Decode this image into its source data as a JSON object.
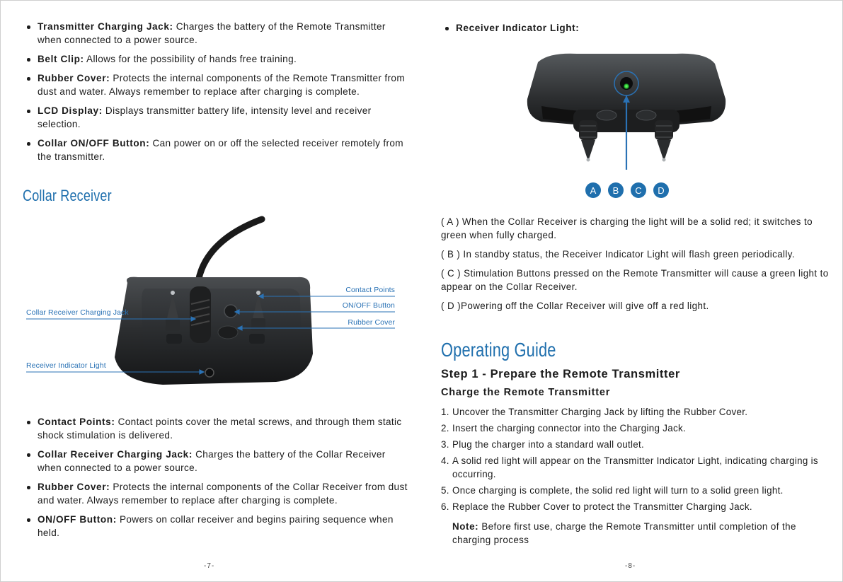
{
  "left_page": {
    "top_bullets": [
      {
        "term": "Transmitter Charging Jack:",
        "text": " Charges the battery of the Remote Transmitter when connected to a power source."
      },
      {
        "term": "Belt Clip:",
        "text": " Allows for the possibility of hands free training."
      },
      {
        "term": "Rubber Cover:",
        "text": " Protects the internal components of the Remote Transmitter from dust and water. Always remember to replace after charging is complete."
      },
      {
        "term": "LCD Display:",
        "text": " Displays transmitter battery life, intensity level and receiver selection."
      },
      {
        "term": "Collar ON/OFF Button:",
        "text": " Can power on or off the selected receiver remotely from the transmitter."
      }
    ],
    "section_title": "Collar Receiver",
    "callouts": {
      "contact_points": "Contact Points",
      "onoff_button": "ON/OFF Button",
      "rubber_cover": "Rubber Cover",
      "charging_jack": "Collar Receiver Charging Jack",
      "indicator_light": "Receiver Indicator Light"
    },
    "bottom_bullets": [
      {
        "term": "Contact Points:",
        "text": " Contact points cover the metal screws, and through them static shock stimulation is delivered."
      },
      {
        "term": "Collar Receiver Charging Jack:",
        "text": " Charges the battery of the Collar Receiver when connected to a power source."
      },
      {
        "term": "Rubber Cover:",
        "text": " Protects the internal components of the Collar Receiver from dust and water. Always remember to replace after charging is complete."
      },
      {
        "term": "ON/OFF Button:",
        "text": " Powers on collar receiver and begins pairing sequence when held."
      }
    ],
    "page_number": "-7-"
  },
  "right_page": {
    "indicator_heading": "Receiver Indicator Light:",
    "markers": [
      "A",
      "B",
      "C",
      "D"
    ],
    "descriptions": [
      "( A ) When the Collar Receiver is charging the light will be a solid red; it switches to green when fully charged.",
      "( B ) In standby status, the Receiver Indicator Light will flash green periodically.",
      "( C ) Stimulation Buttons pressed on the Remote Transmitter will cause a green light to appear on the Collar Receiver.",
      "( D )Powering off the Collar Receiver will give off a red light."
    ],
    "section_title": "Operating Guide",
    "step_title": "Step 1 - Prepare the Remote Transmitter",
    "sub_title": "Charge the Remote Transmitter",
    "steps": [
      {
        "num": "1.",
        "text": "Uncover the Transmitter Charging Jack by lifting the Rubber Cover."
      },
      {
        "num": "2.",
        "text": "Insert the charging connector into the Charging Jack."
      },
      {
        "num": "3.",
        "text": "Plug the charger into a standard wall outlet."
      },
      {
        "num": "4.",
        "text": "A solid red light will appear on the Transmitter Indicator Light, indicating charging is occurring."
      },
      {
        "num": "5.",
        "text": "Once charging is complete, the solid red light will turn to a solid green light."
      },
      {
        "num": "6.",
        "text": "Replace the Rubber Cover to protect the Transmitter Charging Jack."
      }
    ],
    "note_label": "Note:",
    "note_text": " Before first use, charge the Remote Transmitter until completion of the charging process",
    "page_number": "-8-"
  },
  "colors": {
    "accent_blue": "#1f6fad",
    "callout_blue": "#2a72b5",
    "device_dark": "#2a2c2e",
    "led_green": "#2fd13a"
  }
}
